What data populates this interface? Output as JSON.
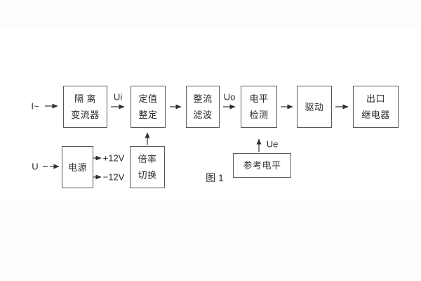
{
  "figure": {
    "caption": "图 1"
  },
  "inputs": {
    "current_input": "I~",
    "voltage_input": "U"
  },
  "signal_labels": {
    "ui": "Ui",
    "uo": "Uo",
    "ue": "Ue"
  },
  "power_rails": {
    "positive": "+12V",
    "negative": "−12V"
  },
  "blocks": {
    "isolation_transformer": {
      "line1": "隔 离",
      "line2": "变流器"
    },
    "setting_adjust": {
      "line1": "定值",
      "line2": "整定"
    },
    "rectifier_filter": {
      "line1": "整流",
      "line2": "滤波"
    },
    "level_detector": {
      "line1": "电平",
      "line2": "检测"
    },
    "driver": {
      "line1": "驱动"
    },
    "output_relay": {
      "line1": "出口",
      "line2": "继电器"
    },
    "power_supply": {
      "line1": "电源"
    },
    "ratio_switch": {
      "line1": "倍率",
      "line2": "切换"
    },
    "reference_level": {
      "line1": "参考电平"
    }
  }
}
